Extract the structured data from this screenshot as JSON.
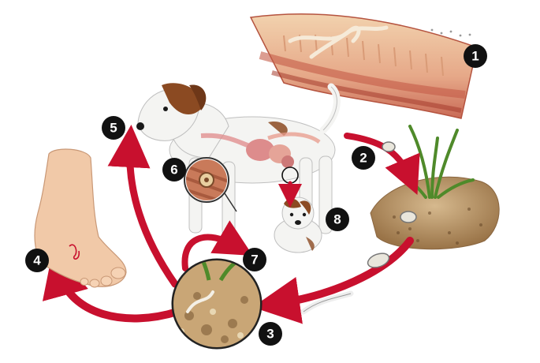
{
  "steps": [
    {
      "number": "1"
    },
    {
      "number": "2"
    },
    {
      "number": "3"
    },
    {
      "number": "4"
    },
    {
      "number": "5"
    },
    {
      "number": "6"
    },
    {
      "number": "7"
    },
    {
      "number": "8"
    }
  ],
  "colors": {
    "arrow": "#c8102e",
    "badge": "#111111",
    "intestine_muscle": "#d9826a",
    "intestine_lumen": "#e8c29a",
    "soil": "#b8946a",
    "dog_white": "#f4f4f2",
    "dog_brown": "#8b4a22",
    "skin": "#f1c9a8",
    "grass": "#4f8a2a"
  },
  "icons": [
    "intestine-cross-section",
    "hookworm",
    "dog",
    "puppy",
    "human-foot",
    "soil-mound",
    "egg",
    "larva",
    "tissue-magnifier",
    "soil-magnifier"
  ]
}
